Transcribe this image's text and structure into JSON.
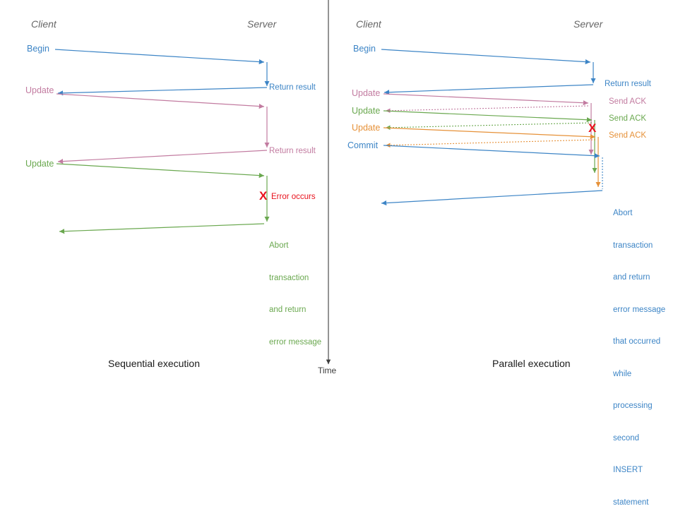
{
  "diagram": {
    "title_left": "Sequential execution",
    "title_right": "Parallel execution",
    "time_axis_label": "Time",
    "colors": {
      "blue": "#3d85c6",
      "pink": "#c27ba0",
      "green": "#6aa84f",
      "orange": "#e69138",
      "red": "#e8121d",
      "header_gray": "#666666",
      "divider": "#3c3c3c"
    }
  },
  "left_panel": {
    "header_client": "Client",
    "header_server": "Server",
    "caption": "Sequential execution",
    "messages": [
      {
        "label": "Begin",
        "color": "blue",
        "side": "client"
      },
      {
        "label": "Return result",
        "color": "blue",
        "side": "server"
      },
      {
        "label": "Update",
        "color": "pink",
        "side": "client"
      },
      {
        "label": "Return result",
        "color": "pink",
        "side": "server"
      },
      {
        "label": "Update",
        "color": "green",
        "side": "client"
      },
      {
        "label": "Error occurs",
        "color": "red",
        "side": "server"
      },
      {
        "label": "Abort transaction and return error message",
        "color": "green",
        "side": "server"
      }
    ],
    "error_marker": "X",
    "error_text": "Error occurs",
    "abort_text_lines": [
      "Abort",
      "transaction",
      "and return",
      "error message"
    ]
  },
  "right_panel": {
    "header_client": "Client",
    "header_server": "Server",
    "caption": "Parallel execution",
    "messages": [
      {
        "label": "Begin",
        "color": "blue",
        "side": "client"
      },
      {
        "label": "Return result",
        "color": "blue",
        "side": "server"
      },
      {
        "label": "Update",
        "color": "pink",
        "side": "client"
      },
      {
        "label": "Send ACK",
        "color": "pink",
        "side": "server"
      },
      {
        "label": "Update",
        "color": "green",
        "side": "client"
      },
      {
        "label": "Send ACK",
        "color": "green",
        "side": "server"
      },
      {
        "label": "Update",
        "color": "orange",
        "side": "client"
      },
      {
        "label": "Send ACK",
        "color": "orange",
        "side": "server"
      },
      {
        "label": "Commit",
        "color": "blue",
        "side": "client"
      }
    ],
    "error_marker": "X",
    "abort_text_lines": [
      "Abort",
      "transaction",
      "and return",
      "error message",
      "that occurred",
      "while",
      "processing",
      "second",
      "INSERT",
      "statement"
    ]
  }
}
